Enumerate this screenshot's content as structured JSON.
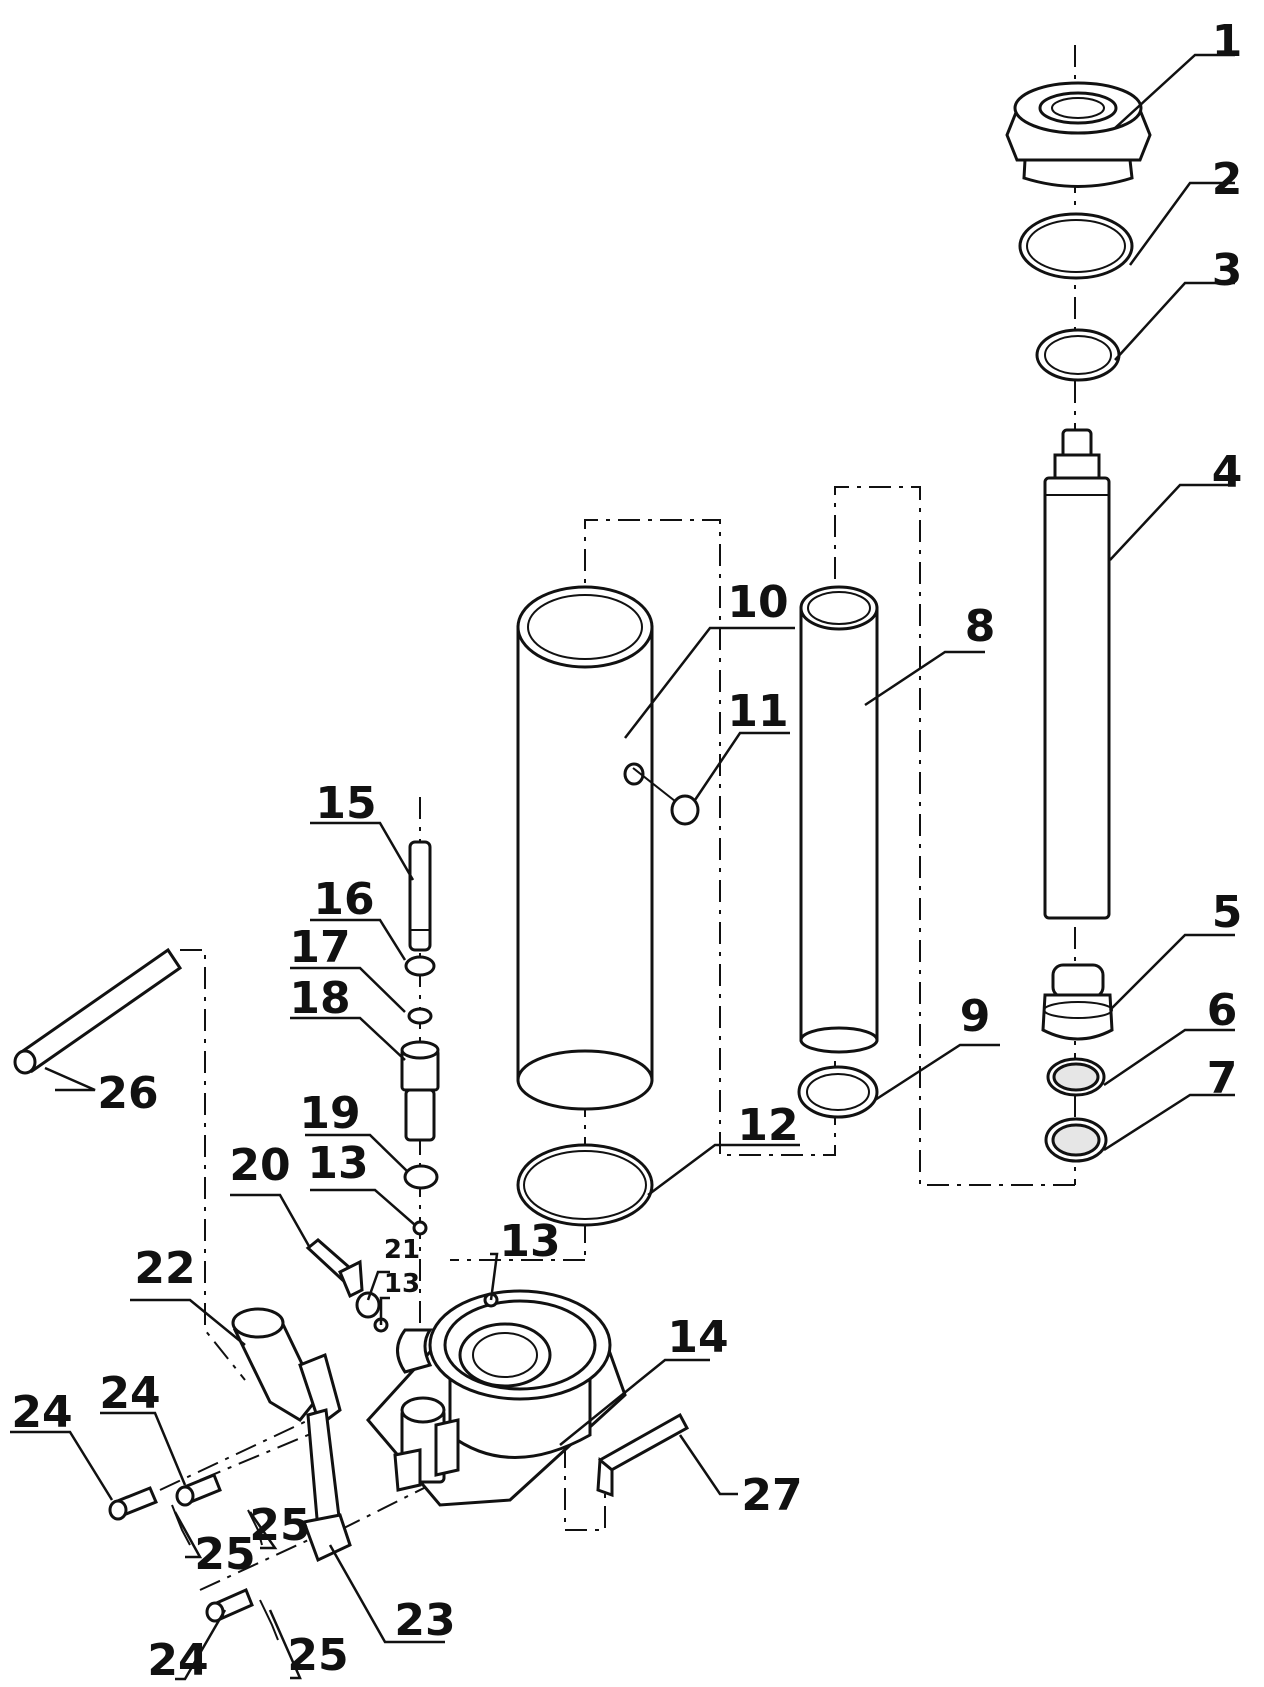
{
  "labels": {
    "p1": "1",
    "p2": "2",
    "p3": "3",
    "p4": "4",
    "p5": "5",
    "p6": "6",
    "p7": "7",
    "p8": "8",
    "p9": "9",
    "p10": "10",
    "p11": "11",
    "p12": "12",
    "p13a": "13",
    "p13b": "13",
    "p13c": "13",
    "p14": "14",
    "p15": "15",
    "p16": "16",
    "p17": "17",
    "p18": "18",
    "p19": "19",
    "p20": "20",
    "p21": "21",
    "p22": "22",
    "p23": "23",
    "p24a": "24",
    "p24b": "24",
    "p24c": "24",
    "p25a": "25",
    "p25b": "25",
    "p25c": "25",
    "p26": "26",
    "p27": "27"
  }
}
